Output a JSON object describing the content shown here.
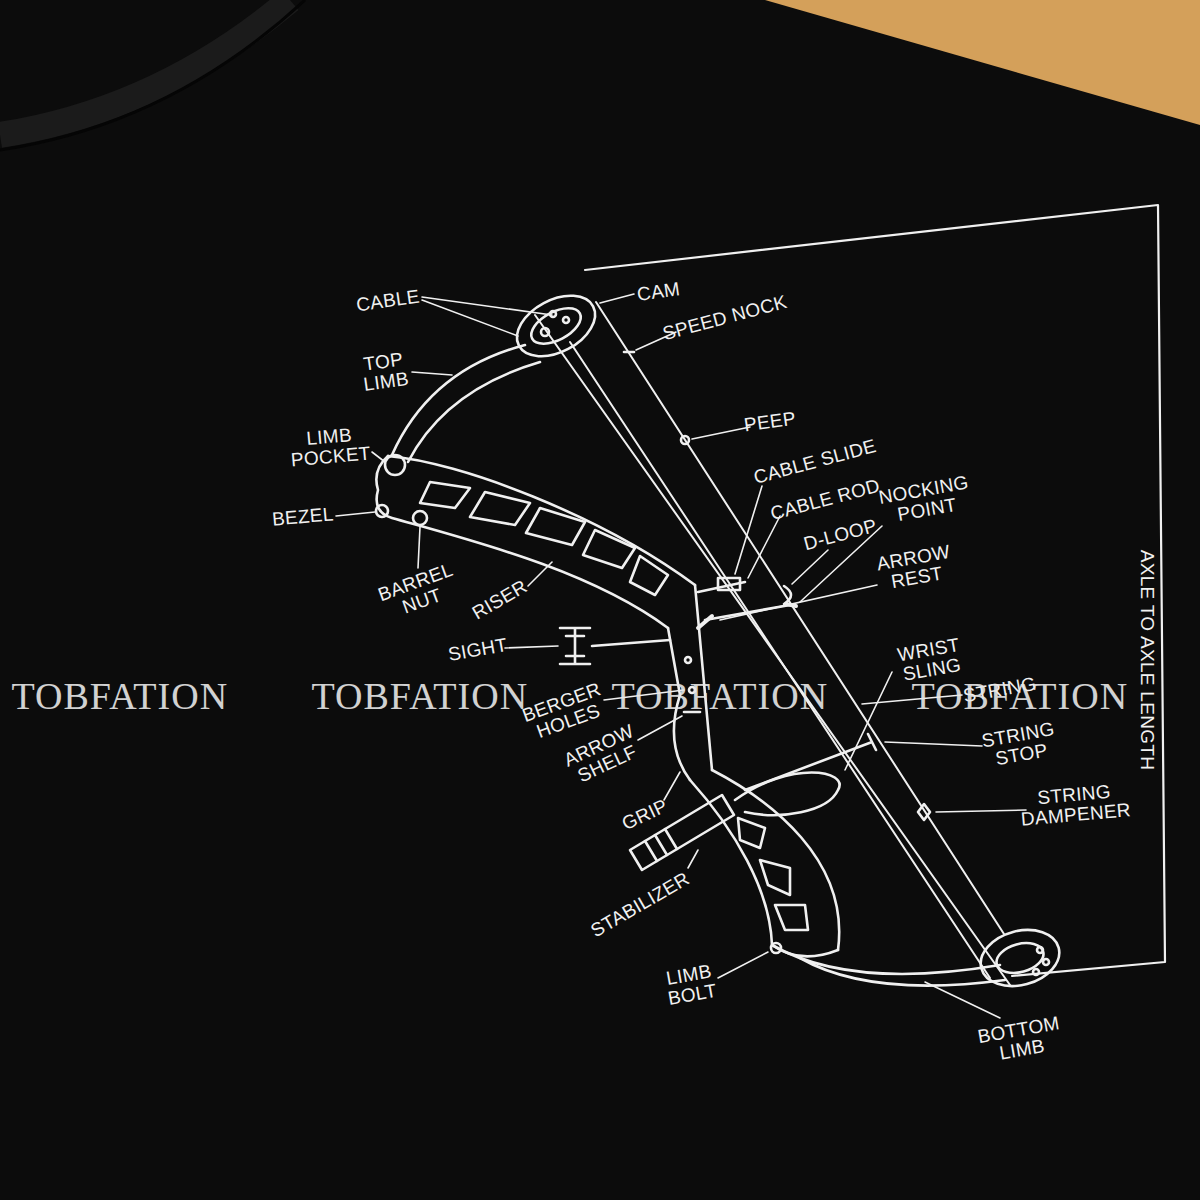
{
  "diagram": {
    "labels": [
      "CABLE",
      "CAM",
      "SPEED NOCK",
      "TOP LIMB",
      "LIMB POCKET",
      "BEZEL",
      "BARREL NUT",
      "RISER",
      "PEEP",
      "CABLE SLIDE",
      "CABLE ROD",
      "D-LOOP",
      "NOCKING POINT",
      "ARROW REST",
      "AXLE TO AXLE LENGTH",
      "SIGHT",
      "BERGER HOLES",
      "ARROW SHELF",
      "GRIP",
      "WRIST SLING",
      "STRING",
      "STRING STOP",
      "STRING DAMPENER",
      "STABILIZER",
      "LIMB BOLT",
      "BOTTOM LIMB",
      "TOBFATION",
      "TOBFATION",
      "TOBFATION",
      "TOBFATION"
    ]
  }
}
